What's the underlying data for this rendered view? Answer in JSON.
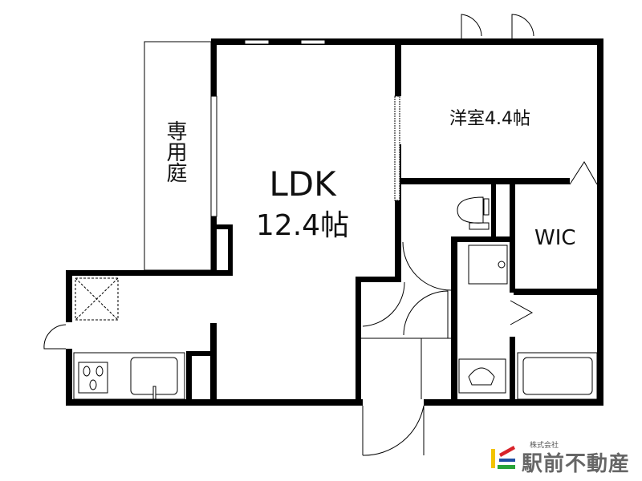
{
  "rooms": {
    "garden": "専用庭",
    "ldk_name": "LDK",
    "ldk_size": "12.4帖",
    "western_room": "洋室4.4帖",
    "wic": "WIC"
  },
  "logo": {
    "company_type": "株式会社",
    "company_name": "駅前不動産",
    "colors": [
      "#f2c300",
      "#d8232a",
      "#1f4ea3",
      "#2aa43a"
    ]
  }
}
